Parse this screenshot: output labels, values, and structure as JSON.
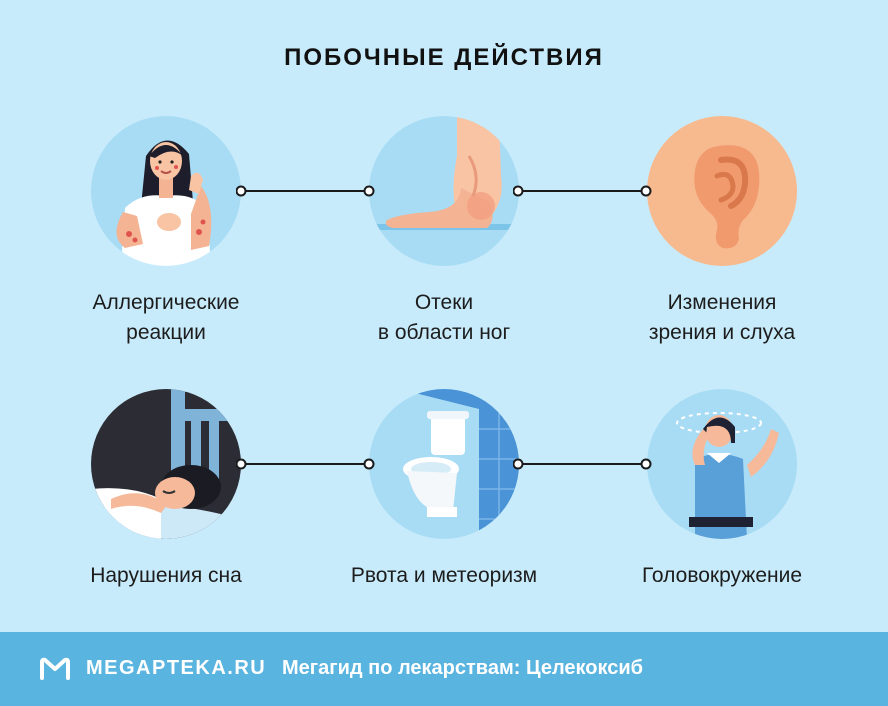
{
  "title": "ПОБОЧНЫЕ ДЕЙСТВИЯ",
  "items": [
    {
      "line1": "Аллергические",
      "line2": "реакции",
      "icon": "allergy-woman-icon"
    },
    {
      "line1": "Отеки",
      "line2": "в области ног",
      "icon": "swollen-foot-icon"
    },
    {
      "line1": "Изменения",
      "line2": "зрения и слуха",
      "icon": "ear-icon"
    },
    {
      "line1": "Нарушения сна",
      "line2": "",
      "icon": "sleeping-woman-icon"
    },
    {
      "line1": "Рвота и метеоризм",
      "line2": "",
      "icon": "toilet-icon"
    },
    {
      "line1": "Головокружение",
      "line2": "",
      "icon": "dizzy-woman-icon"
    }
  ],
  "footer": {
    "brand": "MEGAPTEKA.RU",
    "tagline": "Мегагид по лекарствам: Целекоксиб"
  },
  "colors": {
    "background": "#c8ebfb",
    "circle": "#a8dcf5",
    "ear_circle": "#f7b98e",
    "footer": "#5ab4e0"
  }
}
